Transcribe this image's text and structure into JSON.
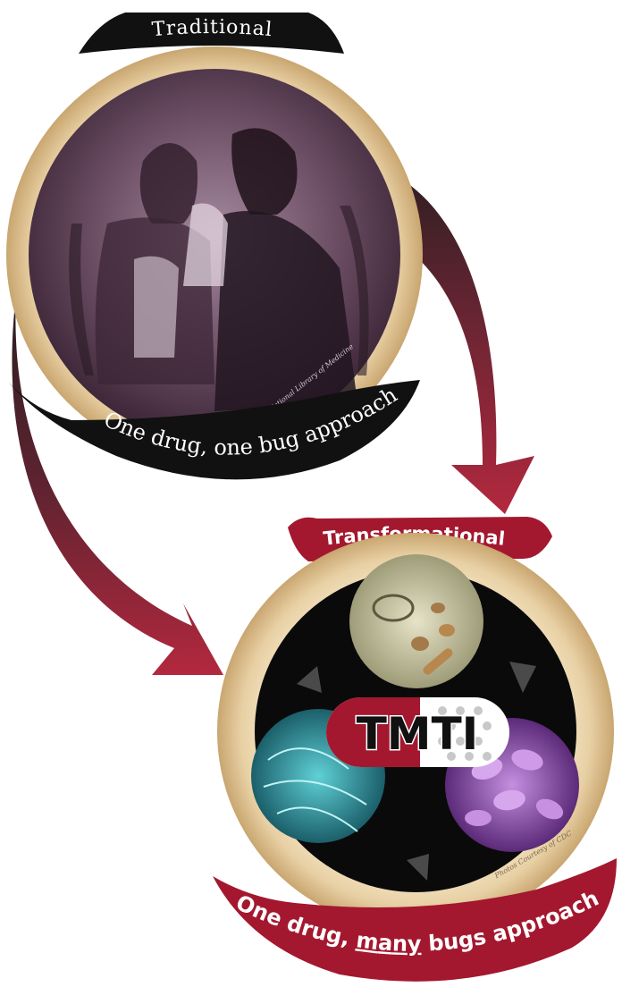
{
  "top": {
    "banner_label": "Traditional",
    "bottom_label": "One drug, one bug approach",
    "credit": "Courtesy of National Library of Medicine"
  },
  "bottom": {
    "banner_label": "Transformational",
    "center_label": "TMTI",
    "bottom_label_pre": "One drug, ",
    "bottom_label_em": "many",
    "bottom_label_post": " bugs approach",
    "credit": "Photos Courtesy of CDC"
  },
  "colors": {
    "arrow": "#b3283e",
    "arrow_dark": "#3b2326",
    "ring_light": "#f4e4c4",
    "ring_mid": "#dcc190",
    "banner_black": "#111111",
    "banner_red": "#a3182f"
  },
  "icons": [
    "curved-arrow-icon",
    "cycle-arrow-icon"
  ]
}
